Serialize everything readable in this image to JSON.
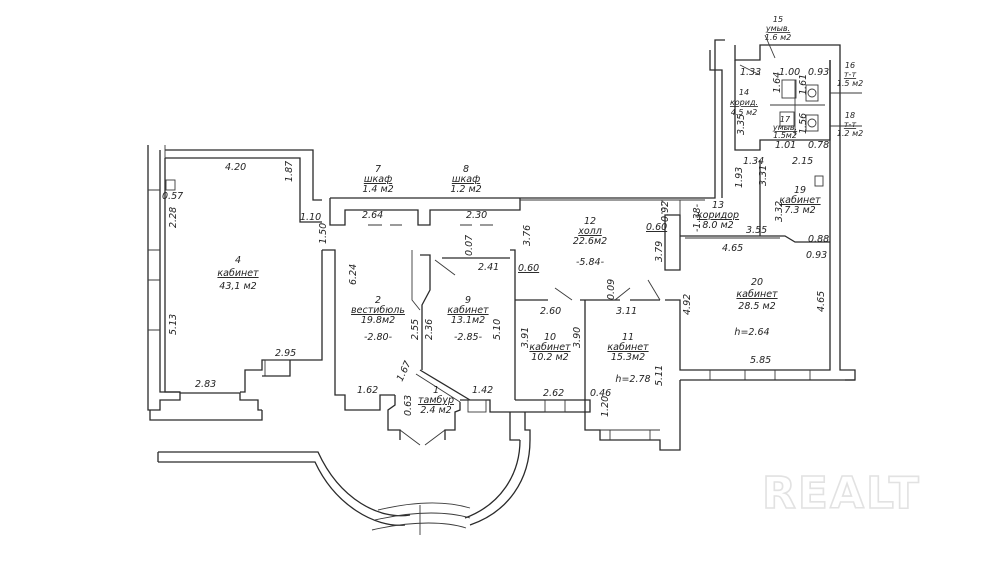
{
  "watermark": "REALT",
  "rooms": [
    {
      "num": "1",
      "name": "тамбур",
      "area": "2.4 м2"
    },
    {
      "num": "2",
      "name": "вестибюль",
      "area": "19.8м2",
      "height": "-2.80-"
    },
    {
      "num": "4",
      "name": "кабинет",
      "area": "43,1 м2"
    },
    {
      "num": "7",
      "name": "шкаф",
      "area": "1.4 м2"
    },
    {
      "num": "8",
      "name": "шкаф",
      "area": "1.2 м2"
    },
    {
      "num": "9",
      "name": "кабинет",
      "area": "13.1м2",
      "height": "-2.85-"
    },
    {
      "num": "10",
      "name": "кабинет",
      "area": "10.2 м2"
    },
    {
      "num": "11",
      "name": "кабинет",
      "area": "15.3м2",
      "height": "h=2.78"
    },
    {
      "num": "12",
      "name": "холл",
      "area": "22.6м2",
      "height": "-5.84-"
    },
    {
      "num": "13",
      "name": "коридор",
      "area": "8.0 м2",
      "height": "-1.38-"
    },
    {
      "num": "14",
      "name": "корид.",
      "area": "4.5 м2"
    },
    {
      "num": "15",
      "name": "умыв.",
      "area": "1.6 м2"
    },
    {
      "num": "16",
      "name": "т-т",
      "area": "1.5 м2"
    },
    {
      "num": "17",
      "name": "умыв.",
      "area": "1.5м2"
    },
    {
      "num": "18",
      "name": "т-т",
      "area": "1.2 м2"
    },
    {
      "num": "19",
      "name": "кабинет",
      "area": "7.3 м2"
    },
    {
      "num": "20",
      "name": "кабинет",
      "area": "28.5 м2",
      "height": "h=2.64"
    }
  ],
  "dimensions": {
    "d420": "4.20",
    "d187": "1.87",
    "d057": "0.57",
    "d228": "2.28",
    "d110": "1.10",
    "d150": "1.50",
    "d513": "5.13",
    "d295": "2.95",
    "d283": "2.83",
    "d264": "2.64",
    "d230": "2.30",
    "d007": "0.07",
    "d241": "2.41",
    "d624": "6.24",
    "d255": "2.55",
    "d236": "2.36",
    "d510": "5.10",
    "d167": "1.67",
    "d162": "1.62",
    "d063": "0.63",
    "d142": "1.42",
    "d376": "3.76",
    "d060a": "0.60",
    "d060b": "0.60",
    "d092": "0.92",
    "d379": "3.79",
    "d009": "0.09",
    "d260": "2.60",
    "d311": "3.11",
    "d391": "3.91",
    "d390": "3.90",
    "d262": "2.62",
    "d046": "0.46",
    "d120": "1.20",
    "d511": "5.11",
    "d133": "1.33",
    "d100": "1.00",
    "d164": "1.64",
    "d093a": "0.93",
    "d161": "1.61",
    "d335": "3.35",
    "d156": "1.56",
    "d101": "1.01",
    "d078": "0.78",
    "d134": "1.34",
    "d215": "2.15",
    "d193": "1.93",
    "d331": "3.31",
    "d332": "3.32",
    "d355": "3.55",
    "d088": "0.88",
    "d465a": "4.65",
    "d093b": "0.93",
    "d492": "4.92",
    "d465b": "4.65",
    "d585": "5.85"
  }
}
